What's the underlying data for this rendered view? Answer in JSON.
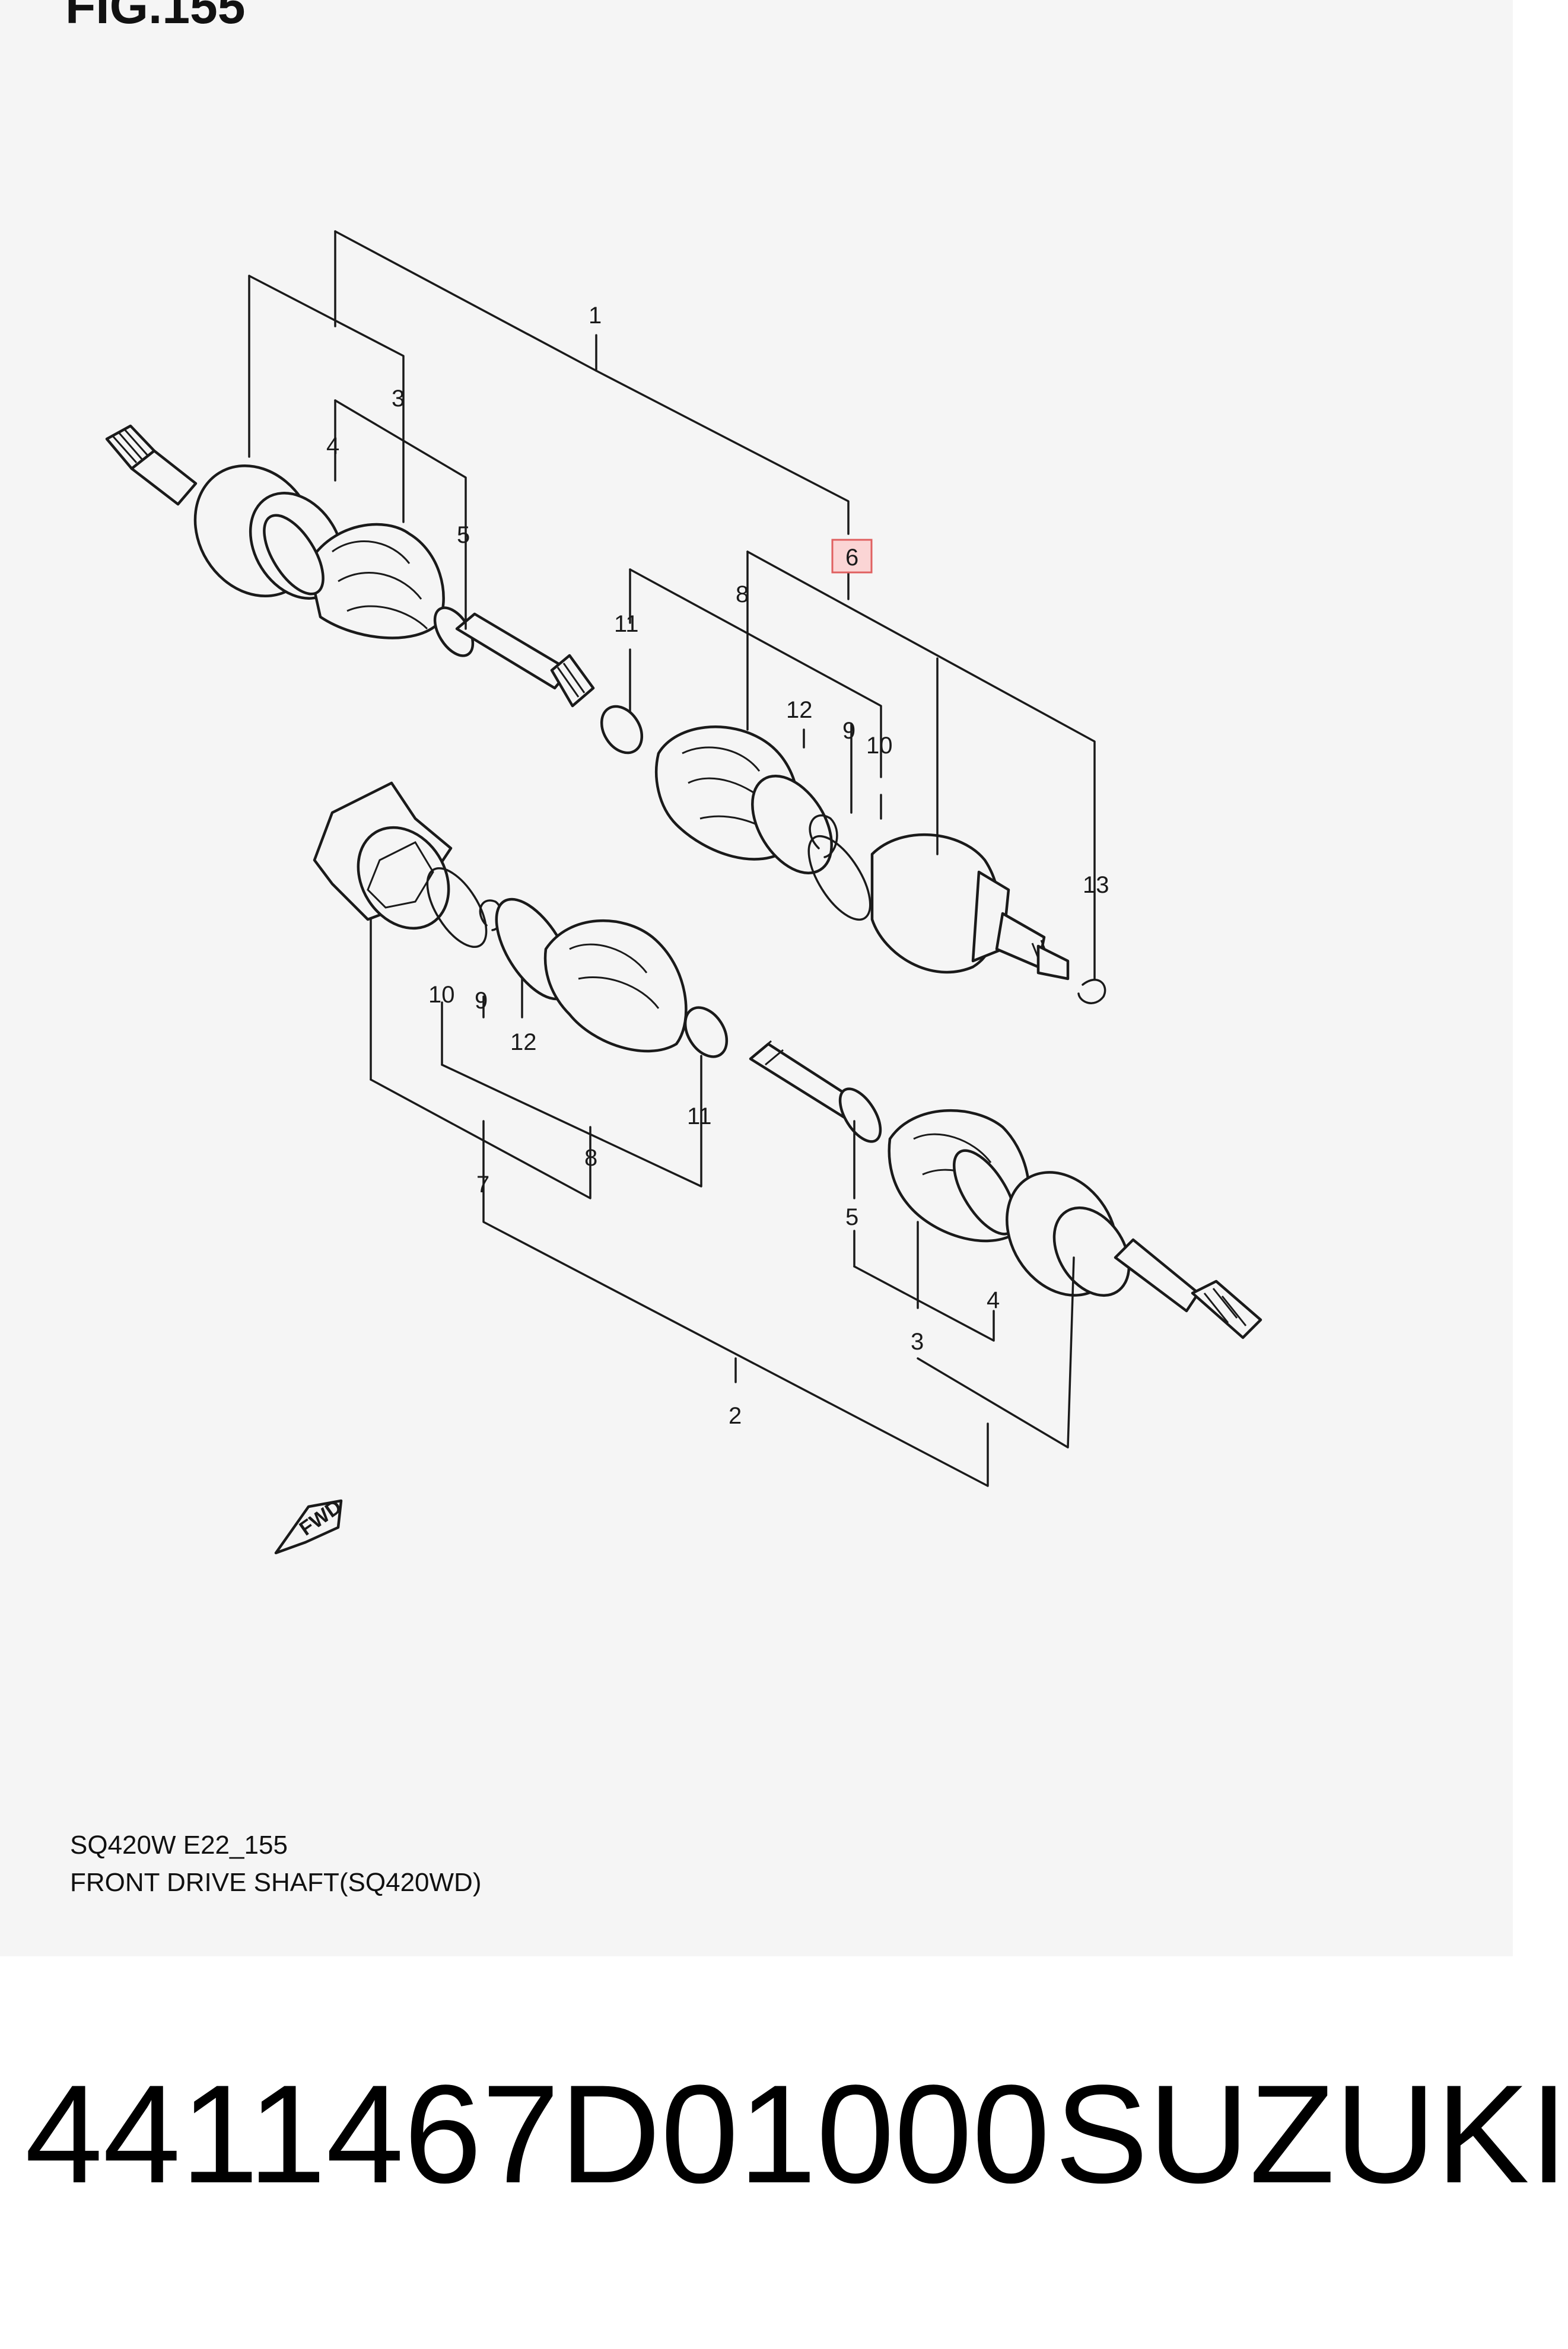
{
  "figure": {
    "title": "FIG.155",
    "code": "SQ420W E22_155",
    "caption": "FRONT DRIVE SHAFT(SQ420WD)",
    "highlighted_callout": "6",
    "fwd_label": "FWD"
  },
  "callouts": {
    "c1": "1",
    "c2": "2",
    "c3a": "3",
    "c3b": "3",
    "c4a": "4",
    "c4b": "4",
    "c5a": "5",
    "c5b": "5",
    "c6": "6",
    "c7": "7",
    "c8a": "8",
    "c8b": "8",
    "c9a": "9",
    "c9b": "9",
    "c10a": "10",
    "c10b": "10",
    "c11a": "11",
    "c11b": "11",
    "c12a": "12",
    "c12b": "12",
    "c13": "13"
  },
  "product": {
    "part_number": "4411467D01000",
    "brand": "SUZUKI"
  },
  "colors": {
    "panel_background": "#f5f5f5",
    "highlight_fill": "#fbd5d5",
    "highlight_stroke": "#e06060"
  }
}
